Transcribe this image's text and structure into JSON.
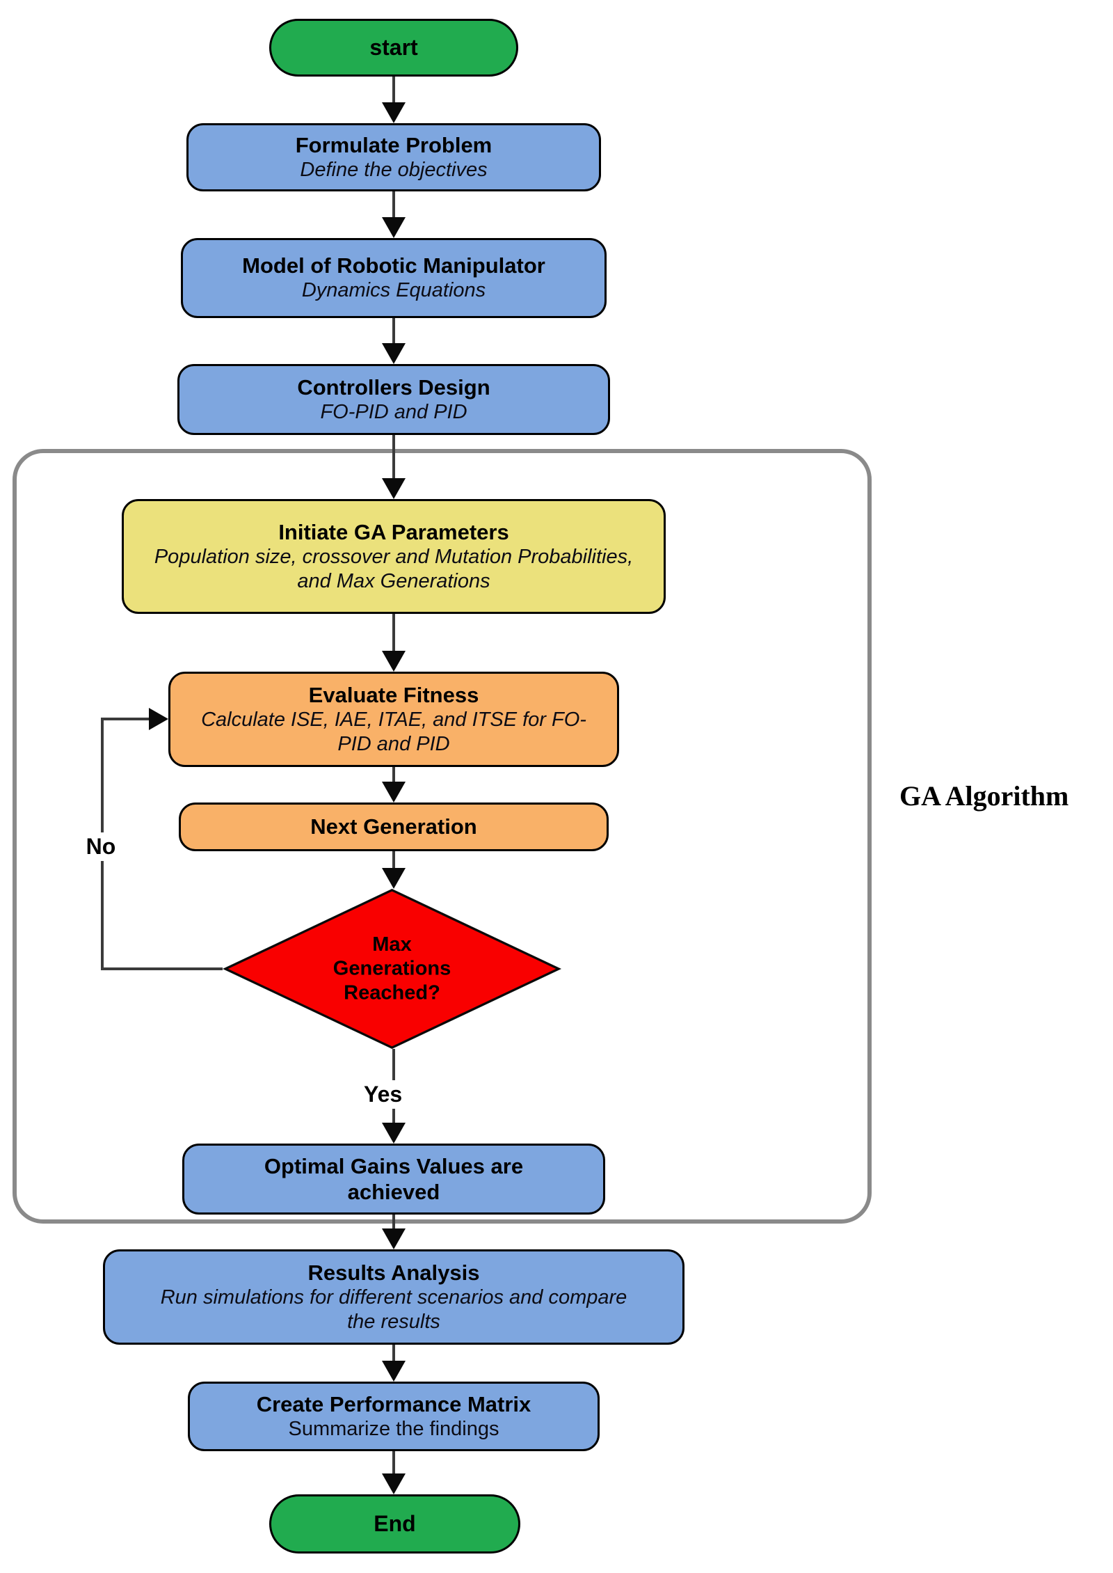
{
  "flowchart": {
    "title_label": "GA Algorithm",
    "nodes": {
      "start": {
        "label": "start"
      },
      "formulate": {
        "title": "Formulate Problem",
        "subtitle": "Define the objectives"
      },
      "model": {
        "title": "Model of Robotic Manipulator",
        "subtitle": "Dynamics Equations"
      },
      "controllers": {
        "title": "Controllers Design",
        "subtitle": "FO-PID and PID"
      },
      "initiate": {
        "title": "Initiate GA Parameters",
        "subtitle": "Population size, crossover and Mutation Probabilities, and Max Generations"
      },
      "evaluate": {
        "title": "Evaluate Fitness",
        "subtitle": "Calculate ISE, IAE, ITAE, and ITSE for FO-PID and PID"
      },
      "next_generation": {
        "title": "Next Generation"
      },
      "decision": {
        "title": "Max Generations Reached?"
      },
      "optimal": {
        "title": "Optimal Gains Values are achieved"
      },
      "results": {
        "title": "Results Analysis",
        "subtitle": "Run simulations for different scenarios and compare the results"
      },
      "create_matrix": {
        "title": "Create Performance Matrix",
        "subtitle": "Summarize the findings"
      },
      "end": {
        "label": "End"
      }
    },
    "edge_labels": {
      "no": "No",
      "yes": "Yes"
    }
  },
  "colors": {
    "green": "#21AB4F",
    "blue": "#7EA6DF",
    "yellow": "#EBE17C",
    "orange": "#F9B168",
    "red": "#F90000",
    "container": "#8A8A8A",
    "line": "#3B3B3B"
  }
}
